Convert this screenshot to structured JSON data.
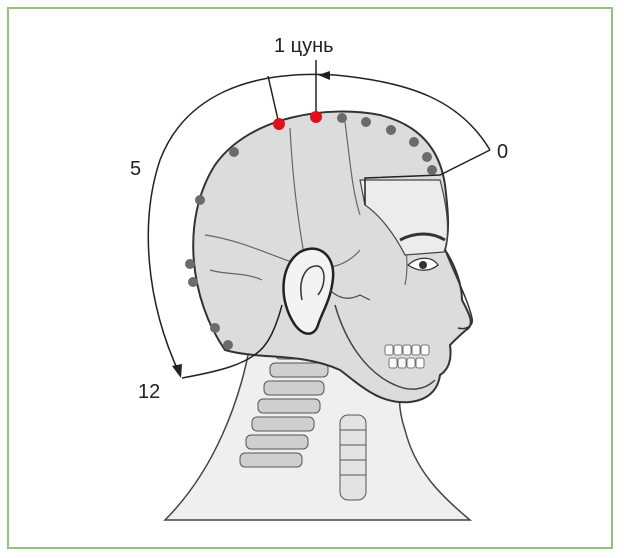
{
  "labels": {
    "cun": "1 цунь",
    "zero": "0",
    "five": "5",
    "twelve": "12"
  },
  "colors": {
    "frame": "#93c47d",
    "point_red": "#e0101a",
    "point_gray": "#6b6b6b",
    "bone": "#d9d9d9",
    "line": "#222222"
  },
  "points": {
    "highlighted": 2,
    "regular": 12
  }
}
